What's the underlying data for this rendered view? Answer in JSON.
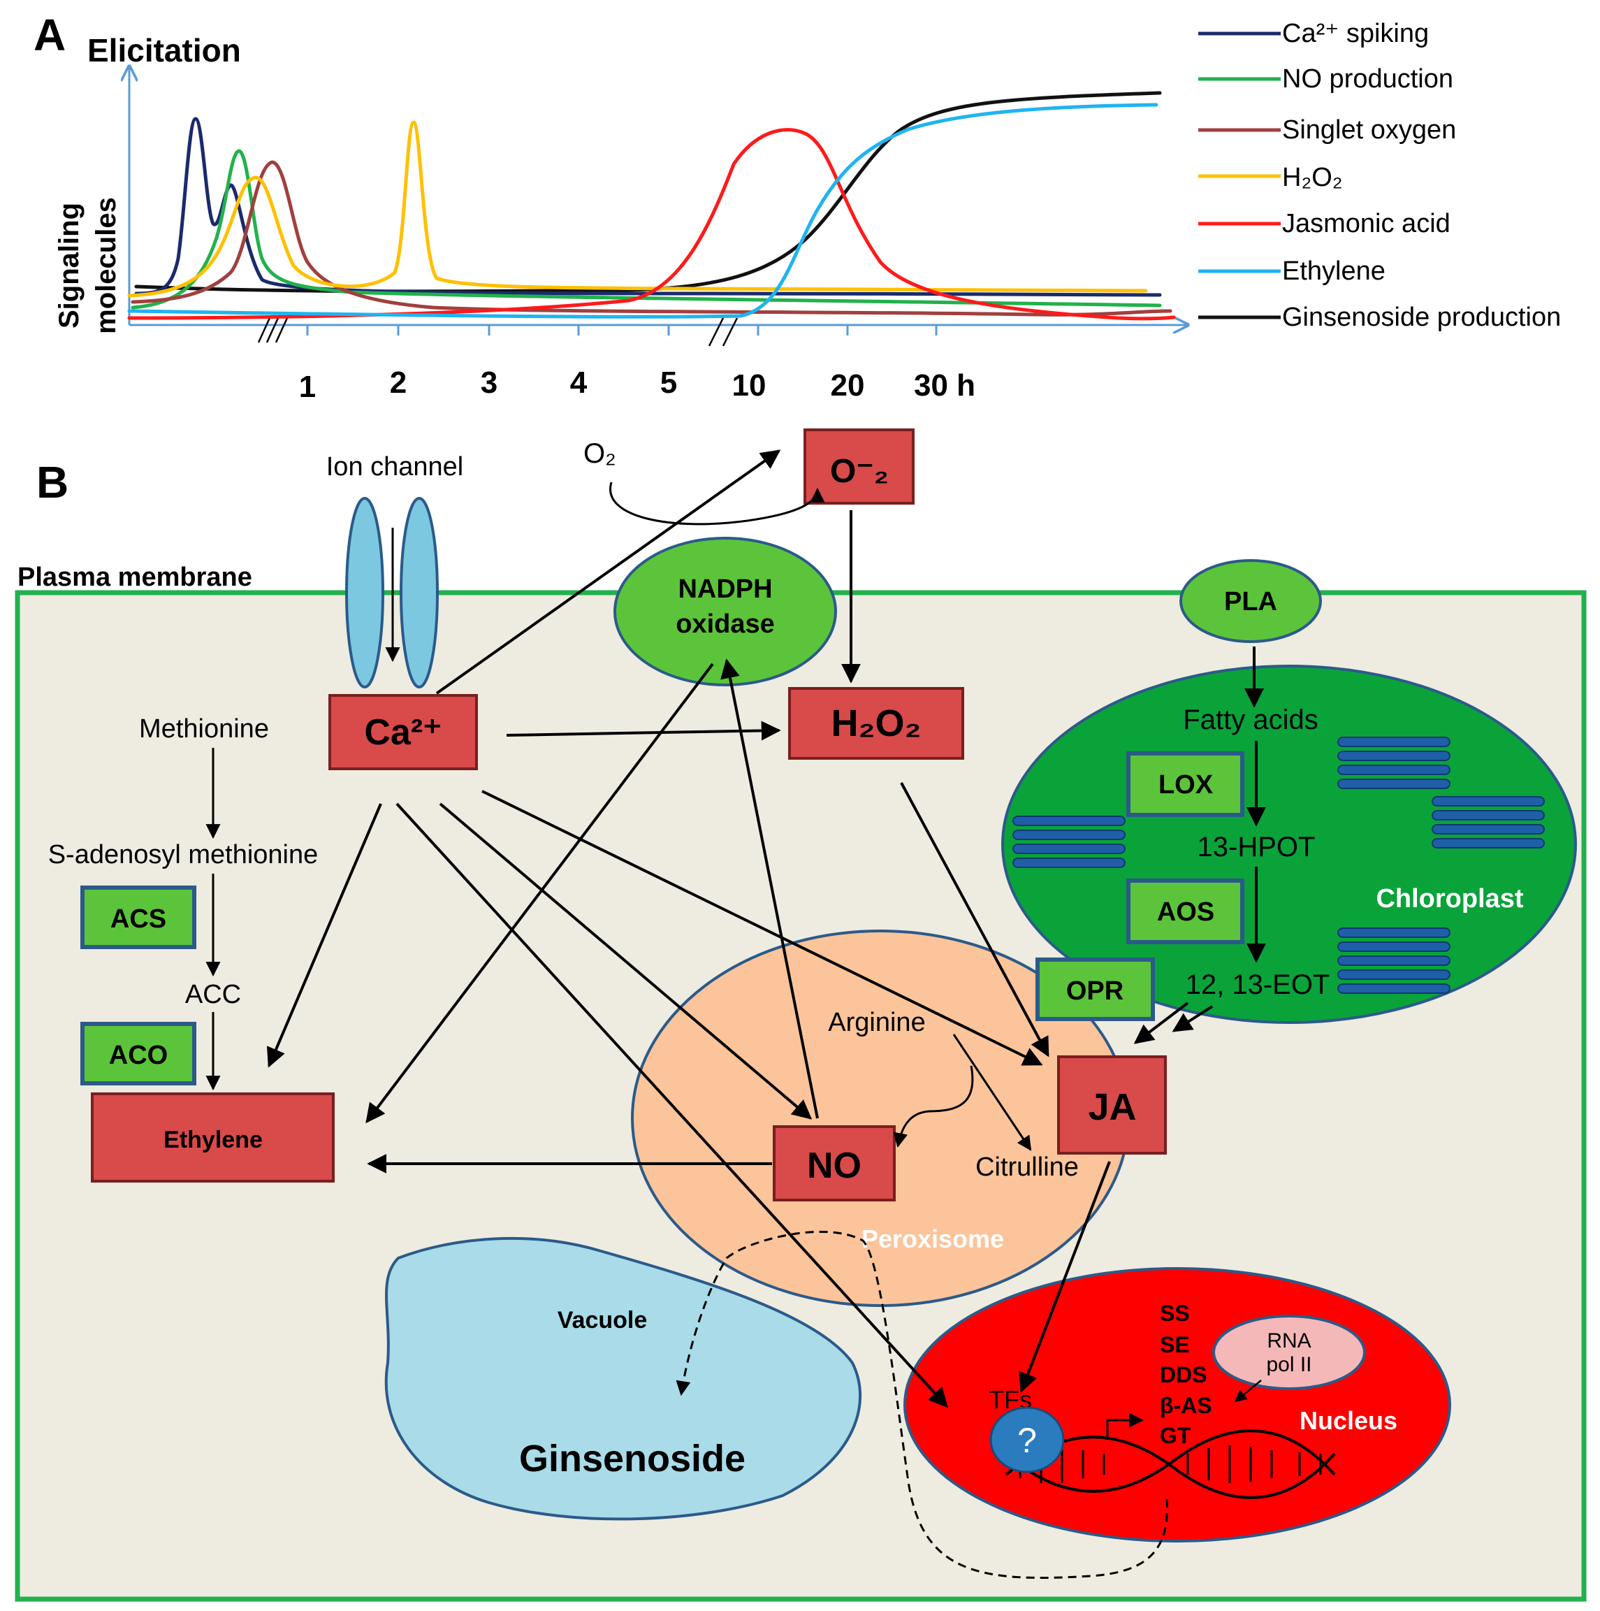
{
  "panel_a": {
    "label": "A",
    "title": "Elicitation",
    "ylabel_line1": "Signaling",
    "ylabel_line2": "molecules",
    "ticks": [
      "1",
      "2",
      "3",
      "4",
      "5",
      "10",
      "20",
      "30 h"
    ],
    "legend": [
      {
        "label": "Ca²⁺ spiking",
        "color": "#1a2a6c"
      },
      {
        "label": "NO production",
        "color": "#22b14c"
      },
      {
        "label": "Singlet oxygen",
        "color": "#a0403e"
      },
      {
        "label": "H₂O₂",
        "color": "#ffc000"
      },
      {
        "label": "Jasmonic acid",
        "color": "#ff1a1a"
      },
      {
        "label": "Ethylene",
        "color": "#1fb4f0"
      },
      {
        "label": "Ginsenoside production",
        "color": "#111111"
      }
    ]
  },
  "panel_b": {
    "label": "B",
    "ion_channel": "Ion channel",
    "o2": "O₂",
    "superoxide": "O⁻₂",
    "plasma_membrane": "Plasma membrane",
    "nadph_line1": "NADPH",
    "nadph_line2": "oxidase",
    "pla": "PLA",
    "ca": "Ca²⁺",
    "h2o2": "H₂O₂",
    "methionine": "Methionine",
    "sam": "S-adenosyl methionine",
    "acs": "ACS",
    "acc": "ACC",
    "aco": "ACO",
    "ethylene": "Ethylene",
    "fatty_acids": "Fatty acids",
    "lox": "LOX",
    "hpot": "13-HPOT",
    "aos": "AOS",
    "eot": "12, 13-EOT",
    "chloroplast": "Chloroplast",
    "opr": "OPR",
    "arginine": "Arginine",
    "citrulline": "Citrulline",
    "no": "NO",
    "ja": "JA",
    "peroxisome": "Peroxisome",
    "vacuole": "Vacuole",
    "ginsenoside": "Ginsenoside",
    "genes": [
      "SS",
      "SE",
      "DDS",
      "β-AS",
      "GT"
    ],
    "rna_line1": "RNA",
    "rna_line2": "pol II",
    "tfs": "TFs",
    "question": "?",
    "nucleus": "Nucleus"
  },
  "colors": {
    "cell_fill": "#eeebe0",
    "membrane": "#22b14c",
    "signal_box": "#d94a4a",
    "enzyme_box": "#5cc43a",
    "enzyme_border": "#2b5a8a",
    "chloroplast": "#0aa33a",
    "peroxisome": "#fbc49a",
    "vacuole": "#a9dbe8",
    "nucleus": "#ff0000"
  }
}
